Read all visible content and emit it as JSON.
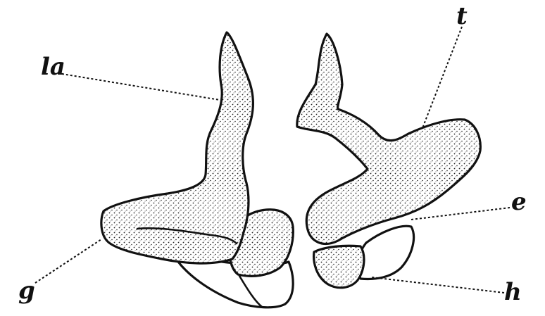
{
  "figure": {
    "labels": {
      "la": "la",
      "t": "t",
      "e": "e",
      "g": "g",
      "h": "h"
    },
    "colors": {
      "ink": "#111111",
      "background": "#ffffff"
    }
  }
}
